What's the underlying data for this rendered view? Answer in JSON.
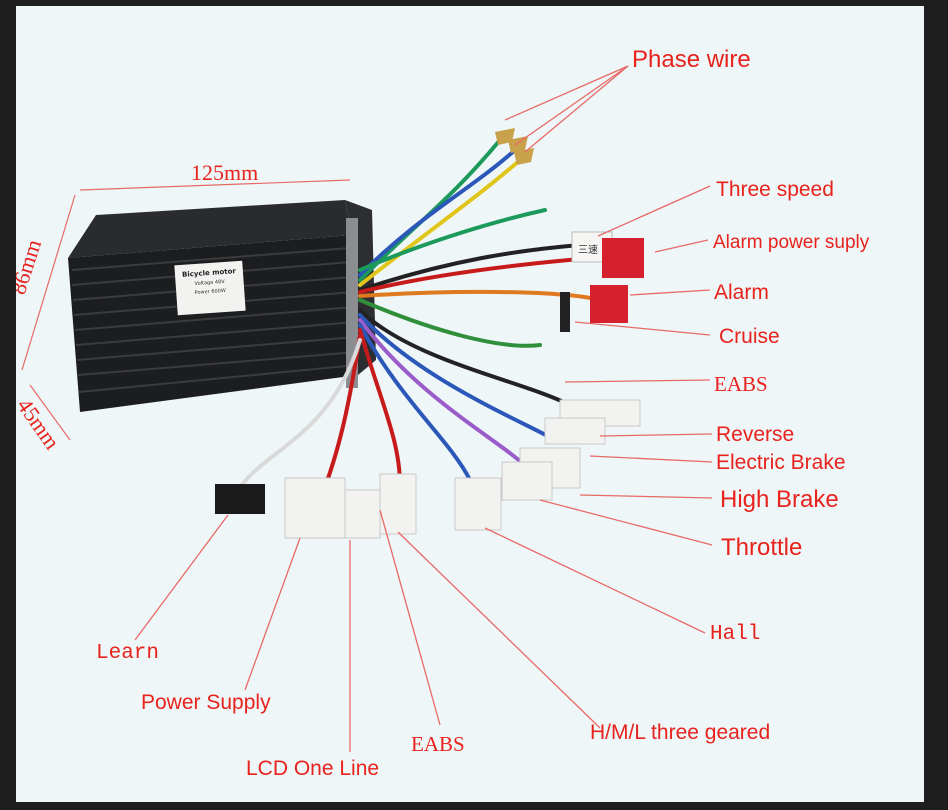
{
  "diagram": {
    "dimensions": {
      "width": "125mm",
      "height": "86mm",
      "depth": "45mm"
    },
    "nameplate": {
      "title": "Bicycle motor",
      "voltage": "Voltage 48V",
      "power": "Power 600W"
    },
    "connector_mark": "三速",
    "labels": {
      "phase_wire": "Phase wire",
      "three_speed": "Three speed",
      "alarm_power": "Alarm power suply",
      "alarm": "Alarm",
      "cruise": "Cruise",
      "eabs_right": "EABS",
      "reverse": "Reverse",
      "electric_brake": "Electric Brake",
      "high_brake": "High Brake",
      "throttle": "Throttle",
      "hall": "Hall",
      "hml_three_geared": "H/M/L three geared",
      "eabs_bottom": "EABS",
      "lcd_one_line": "LCD One Line",
      "power_supply": "Power Supply",
      "learn": "Learn"
    },
    "colors": {
      "label": "#e8221c",
      "leader_line": "#e86a66",
      "background": "#eef6f8",
      "controller_body": "#1c1d1f"
    }
  }
}
